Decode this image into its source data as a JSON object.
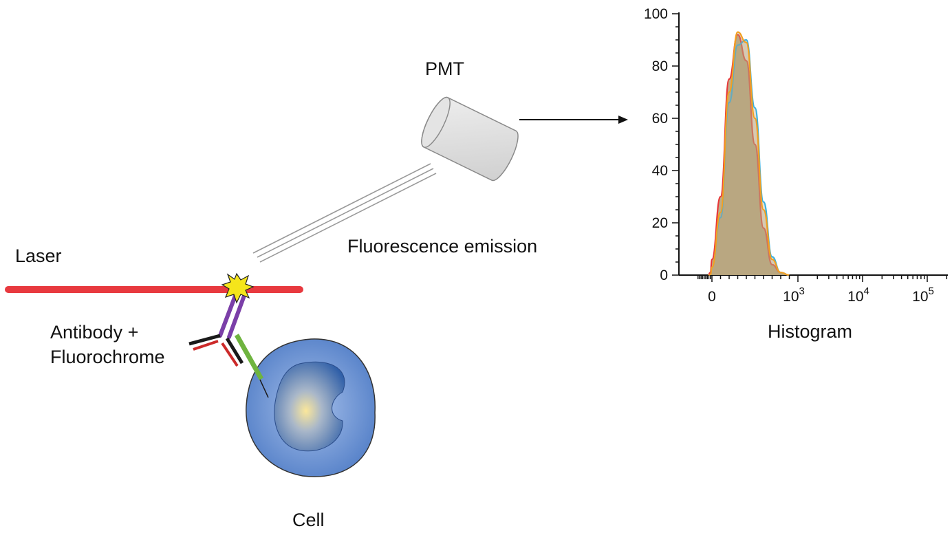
{
  "labels": {
    "pmt": "PMT",
    "fluorescence": "Fluorescence emission",
    "laser": "Laser",
    "antibody_line1": "Antibody +",
    "antibody_line2": "Fluorochrome",
    "cell": "Cell",
    "histogram": "Histogram"
  },
  "colors": {
    "laser": "#e8393f",
    "antibody": "#7b3fa8",
    "fluorochrome_spark": "#f5e51b",
    "cell_membrane": "#4f7cc6",
    "nucleus": "#2f5fa8",
    "pmt_body": "#e0e0e0",
    "hist_red": "#e8383a",
    "hist_blue": "#3bb0e0",
    "hist_orange": "#f3a020",
    "hist_fill": "#b7a47c"
  },
  "chart_data": {
    "type": "area",
    "xlabel": "Histogram",
    "ylabel": "",
    "x_scale": "biexponential",
    "ylim": [
      0,
      100
    ],
    "y_ticks": [
      0,
      20,
      40,
      60,
      80,
      100
    ],
    "x_tick_labels": [
      {
        "base": "0",
        "exp": ""
      },
      {
        "base": "10",
        "exp": "3"
      },
      {
        "base": "10",
        "exp": "4"
      },
      {
        "base": "10",
        "exp": "5"
      }
    ],
    "series": [
      {
        "color": "#e8383a",
        "x": [
          -250,
          -100,
          0,
          100,
          200,
          300,
          400,
          500,
          600,
          700,
          800,
          900
        ],
        "y": [
          0,
          1,
          6,
          30,
          75,
          92,
          82,
          50,
          18,
          4,
          1,
          0
        ]
      },
      {
        "color": "#3bb0e0",
        "x": [
          -250,
          -100,
          0,
          100,
          200,
          300,
          400,
          500,
          600,
          700,
          800,
          900
        ],
        "y": [
          0,
          0,
          3,
          22,
          66,
          88,
          90,
          64,
          28,
          7,
          1,
          0
        ]
      },
      {
        "color": "#f3a020",
        "x": [
          -250,
          -100,
          0,
          100,
          200,
          300,
          400,
          500,
          600,
          700,
          800,
          900
        ],
        "y": [
          0,
          0,
          3,
          24,
          70,
          93,
          89,
          60,
          25,
          6,
          1,
          0
        ]
      }
    ]
  }
}
